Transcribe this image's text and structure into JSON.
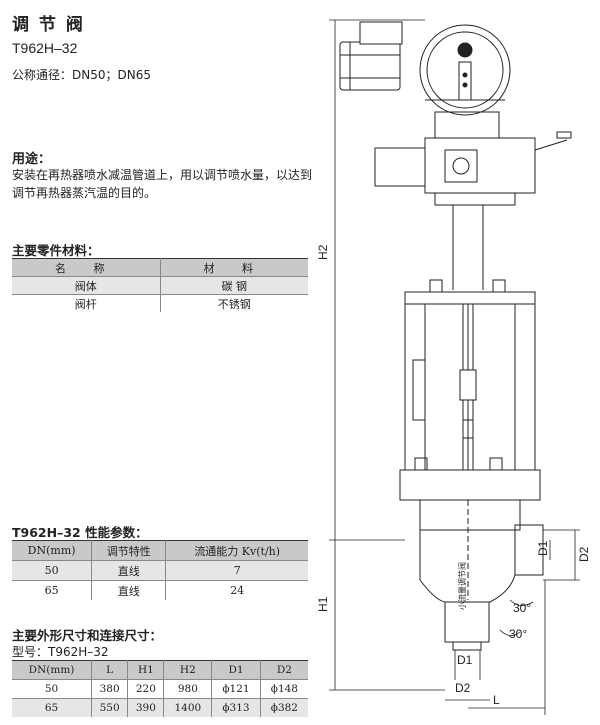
{
  "header": {
    "title": "调 节 阀",
    "model": "T962H–32",
    "nominal": "公称通径：DN50；DN65"
  },
  "usage": {
    "heading": "用途：",
    "text": "安装在再热器喷水减温管道上，用以调节喷水量，以达到调节再热器蒸汽温的目的。"
  },
  "materials": {
    "heading": "主要零件材料：",
    "columns": [
      "名 称",
      "材 料"
    ],
    "rows": [
      {
        "name": "阀体",
        "material": "碳 钢"
      },
      {
        "name": "阀杆",
        "material": "不锈钢"
      }
    ]
  },
  "performance": {
    "heading": "T962H–32 性能参数：",
    "columns": [
      "DN(mm)",
      "调节特性",
      "流通能力 Kv(t/h)"
    ],
    "rows": [
      [
        "50",
        "直线",
        "7"
      ],
      [
        "65",
        "直线",
        "24"
      ]
    ]
  },
  "dimensions": {
    "heading": "主要外形尺寸和连接尺寸：",
    "model_line": "型号：T962H–32",
    "columns": [
      "DN(mm)",
      "L",
      "H1",
      "H2",
      "D1",
      "D2"
    ],
    "rows": [
      [
        "50",
        "380",
        "220",
        "980",
        "ϕ121",
        "ϕ148"
      ],
      [
        "65",
        "550",
        "390",
        "1400",
        "ϕ313",
        "ϕ382"
      ]
    ]
  },
  "drawing": {
    "labels": {
      "h2": "H2",
      "h1": "H1",
      "d1": "D1",
      "d2": "D2",
      "l": "L",
      "angle_a": "30°",
      "angle_b": "30°",
      "body_mark": "小流量调节阀"
    }
  }
}
